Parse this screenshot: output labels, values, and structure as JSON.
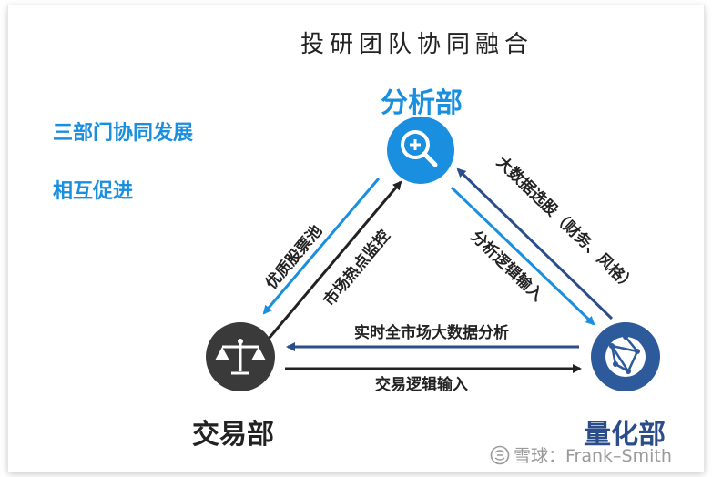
{
  "title": "投研团队协同融合",
  "side_notes": [
    "三部门协同发展",
    "相互促进"
  ],
  "departments": {
    "analysis": "分析部",
    "trading": "交易部",
    "quant": "量化部"
  },
  "arrows": {
    "analysis_to_trading": "优质股票池",
    "trading_to_analysis": "市场热点监控",
    "quant_to_analysis": "大数据选股（财务、风格）",
    "analysis_to_quant": "分析逻辑输入",
    "quant_to_trading": "实时全市场大数据分析",
    "trading_to_quant": "交易逻辑输入"
  },
  "watermark": "雪球：Frank–Smith",
  "colors": {
    "accent_blue": "#1a8fdf",
    "dark_navy": "#2b4e8a",
    "black_arrow": "#222222",
    "trading_circle": "#3a3a3a",
    "quant_circle": "#2c5a9a"
  },
  "icons": {
    "analysis": "magnifier-plus-icon",
    "trading": "balance-scale-icon",
    "quant": "globe-network-icon"
  }
}
